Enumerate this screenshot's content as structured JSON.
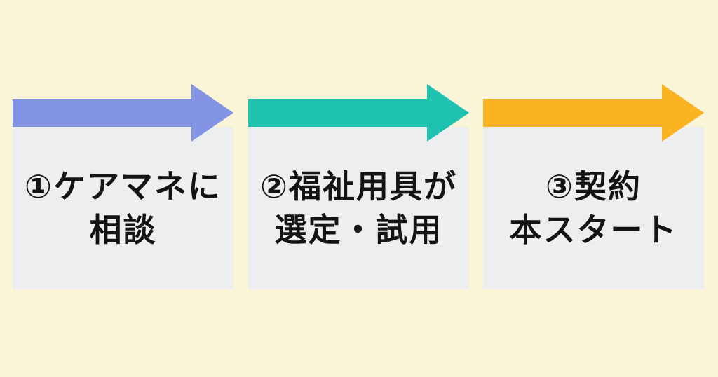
{
  "page": {
    "background_color": "#FAF4D8",
    "card_color": "#EDEEF0",
    "text_color": "#141414"
  },
  "steps": [
    {
      "number": "1",
      "arrow_color": "#8294E3",
      "line1": "①ケアマネに",
      "line2": "相談"
    },
    {
      "number": "2",
      "arrow_color": "#1FC1AF",
      "line1": "②福祉用具が",
      "line2": "選定・試用"
    },
    {
      "number": "3",
      "arrow_color": "#FBB321",
      "line1": "③契約",
      "line2": "本スタート"
    }
  ]
}
